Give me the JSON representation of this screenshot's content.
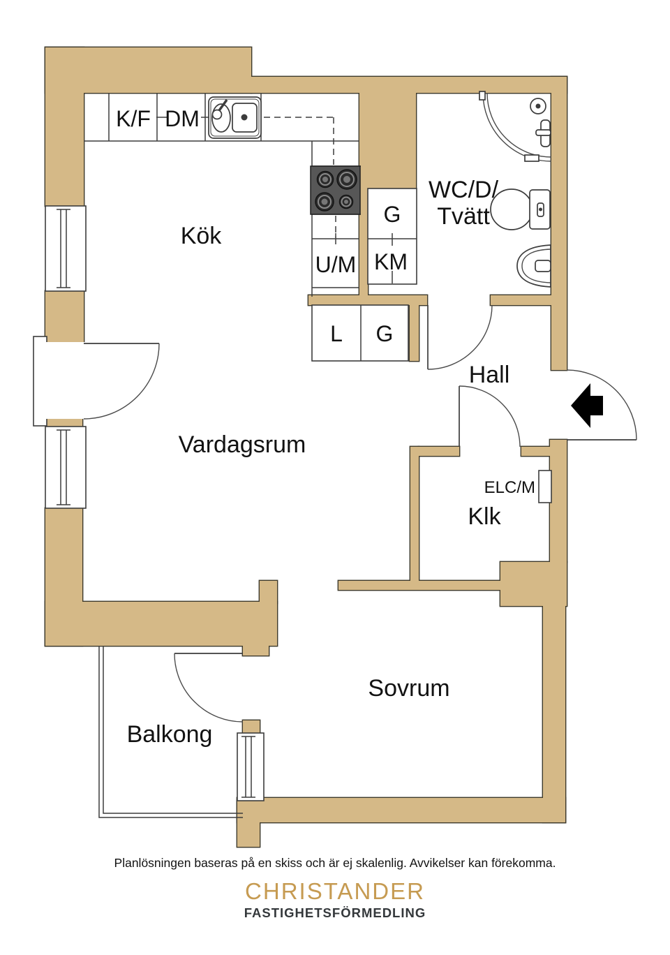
{
  "rooms": {
    "kitchen": "Kök",
    "living": "Vardagsrum",
    "wc_line1": "WC/D/",
    "wc_line2": "Tvätt",
    "hall": "Hall",
    "closet": "Klk",
    "bedroom": "Sovrum",
    "balcony": "Balkong"
  },
  "fixtures": {
    "fridge_freezer": "K/F",
    "dishwasher": "DM",
    "wardrobe_wc": "G",
    "oven_micro": "U/M",
    "washer": "KM",
    "linen_cabinet": "L",
    "wardrobe_nook": "G",
    "electrical": "ELC/M"
  },
  "icons": [
    "kitchen-sink-icon",
    "stove-icon",
    "shower-icon",
    "shower-head-icon",
    "toilet-icon",
    "washbasin-icon",
    "entry-arrow-icon",
    "electrical-niche",
    "window-icon",
    "door-swing-icon"
  ],
  "footer": {
    "disclaimer": "Planlösningen baseras på en skiss och är ej skalenlig. Avvikelser kan förekomma.",
    "brand": "CHRISTANDER",
    "brand_sub": "FASTIGHETSFÖRMEDLING"
  },
  "colors": {
    "wall": "#d5b987",
    "outline": "#3e3a2c",
    "line": "#3c3c3c",
    "brand_gold": "#c69b52",
    "brand_gray": "#34383b"
  }
}
